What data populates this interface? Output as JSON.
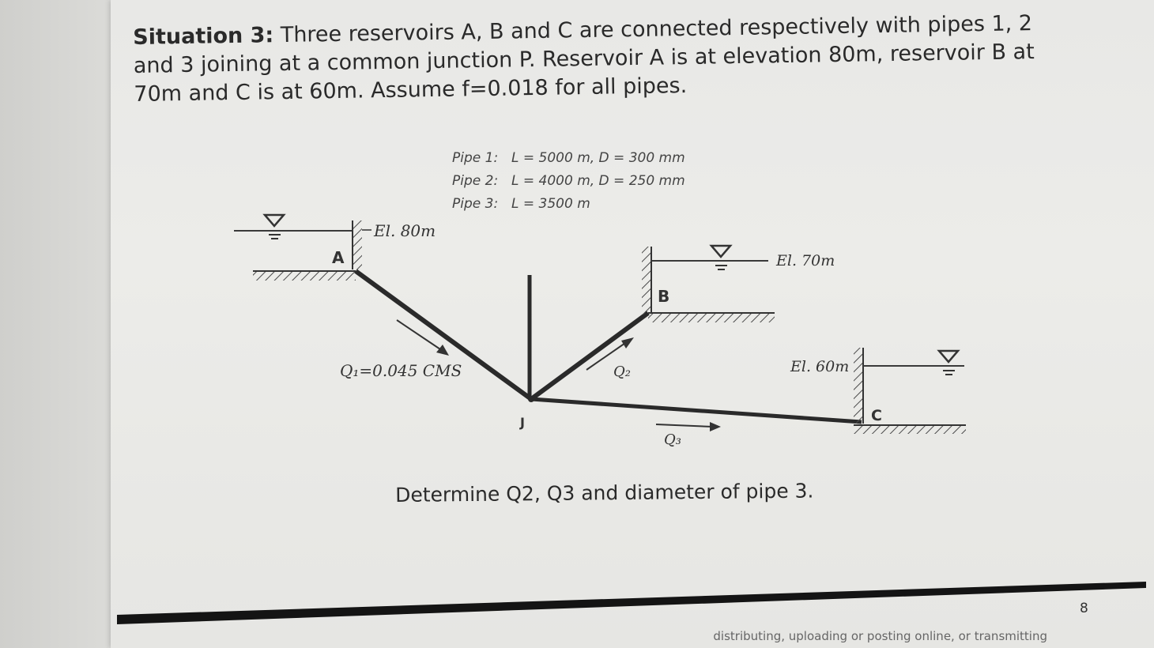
{
  "problem": {
    "lead": "Situation 3:",
    "body": "Three reservoirs A, B and C are connected respectively with pipes 1, 2 and 3 joining at a common junction P. Reservoir A is at elevation 80m, reservoir B at 70m and C is at 60m.  Assume f=0.018 for all pipes."
  },
  "pipes": [
    {
      "key": "Pipe 1:",
      "spec": "L = 5000 m, D = 300 mm"
    },
    {
      "key": "Pipe 2:",
      "spec": "L = 4000 m, D = 250 mm"
    },
    {
      "key": "Pipe 3:",
      "spec": "L = 3500 m"
    }
  ],
  "diagram": {
    "reservoir_a": {
      "label": "A",
      "elevation": "El. 80m"
    },
    "reservoir_b": {
      "label": "B",
      "elevation": "El. 70m"
    },
    "reservoir_c": {
      "label": "C",
      "elevation": "El. 60m"
    },
    "junction": "J",
    "flow_q1": "Q₁=0.045 CMS",
    "flow_q2": "Q₂",
    "flow_q3": "Q₃",
    "water_surface_icon": "inverted-triangle-water-surface",
    "ink_color": "#3a3a3a"
  },
  "question": "Determine Q2, Q3 and diameter of pipe 3.",
  "page_number": "8",
  "footer_note": "distributing, uploading or posting online, or transmitting"
}
